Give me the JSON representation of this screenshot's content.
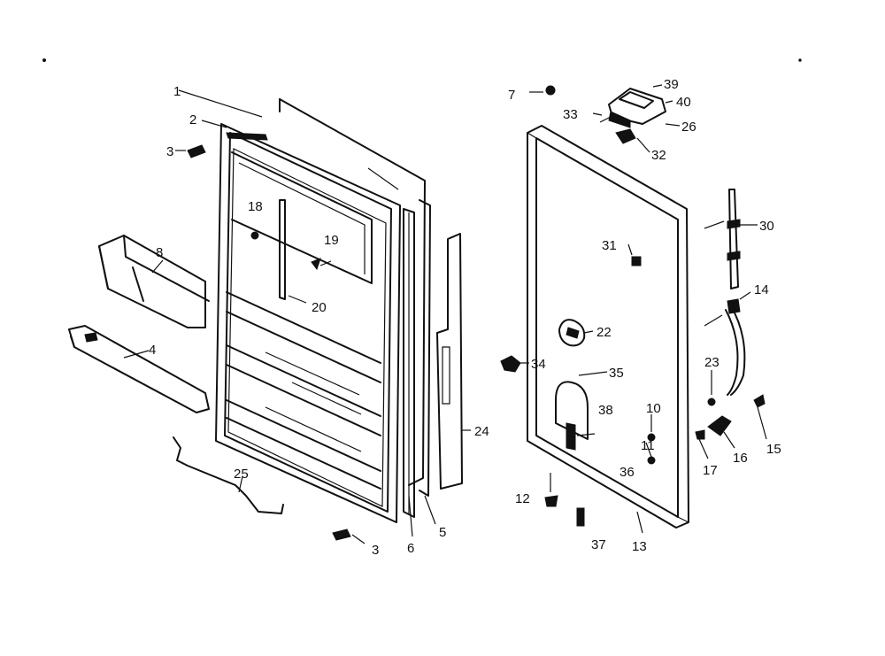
{
  "callouts": {
    "c1": "1",
    "c2": "2",
    "c3a": "3",
    "c18": "18",
    "c19": "19",
    "c20": "20",
    "c8": "8",
    "c4": "4",
    "c25": "25",
    "c3b": "3",
    "c6": "6",
    "c5": "5",
    "c24": "24",
    "c7": "7",
    "c33": "33",
    "c39": "39",
    "c40": "40",
    "c26": "26",
    "c32": "32",
    "c30": "30",
    "c31": "31",
    "c14": "14",
    "c22": "22",
    "c34": "34",
    "c35": "35",
    "c23": "23",
    "c10": "10",
    "c38": "38",
    "c11": "11",
    "c36": "36",
    "c12": "12",
    "c37": "37",
    "c13": "13",
    "c17": "17",
    "c16": "16",
    "c15": "15"
  },
  "icons": [
    "screw-icon",
    "hinge-icon",
    "handle-icon",
    "shelf-icon",
    "gasket-icon",
    "wire-spring-icon"
  ]
}
